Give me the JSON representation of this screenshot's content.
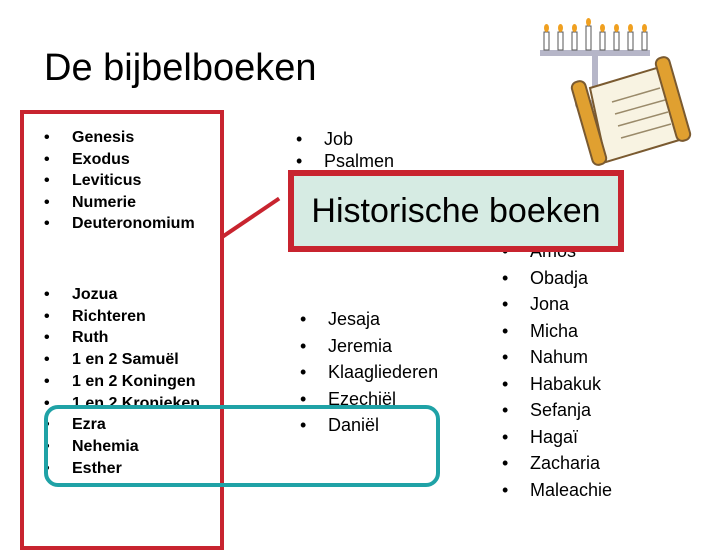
{
  "title": "De bijbelboeken",
  "pentateuch": [
    "Genesis",
    "Exodus",
    "Leviticus",
    "Numerie",
    "Deuteronomium"
  ],
  "historical": [
    "Jozua",
    "Richteren",
    "Ruth",
    "1 en 2 Samuël",
    "1 en 2 Koningen",
    "1 en 2 Kronieken",
    "Ezra",
    "Nehemia",
    "Esther"
  ],
  "poetic": [
    "Job",
    "Psalmen"
  ],
  "major_prophets": [
    "Jesaja",
    "Jeremia",
    "Klaagliederen",
    "Ezechiël",
    "Daniël"
  ],
  "minor_prophets": [
    "Amos",
    "Obadja",
    "Jona",
    "Micha",
    "Nahum",
    "Habakuk",
    "Sefanja",
    "Hagaï",
    "Zacharia",
    "Maleachie"
  ],
  "callout": "Historische boeken",
  "colors": {
    "red": "#c8242f",
    "teal": "#1fa2a6",
    "callout_bg": "#d6ebe3"
  },
  "clipart": [
    "menorah-icon",
    "scroll-icon"
  ]
}
